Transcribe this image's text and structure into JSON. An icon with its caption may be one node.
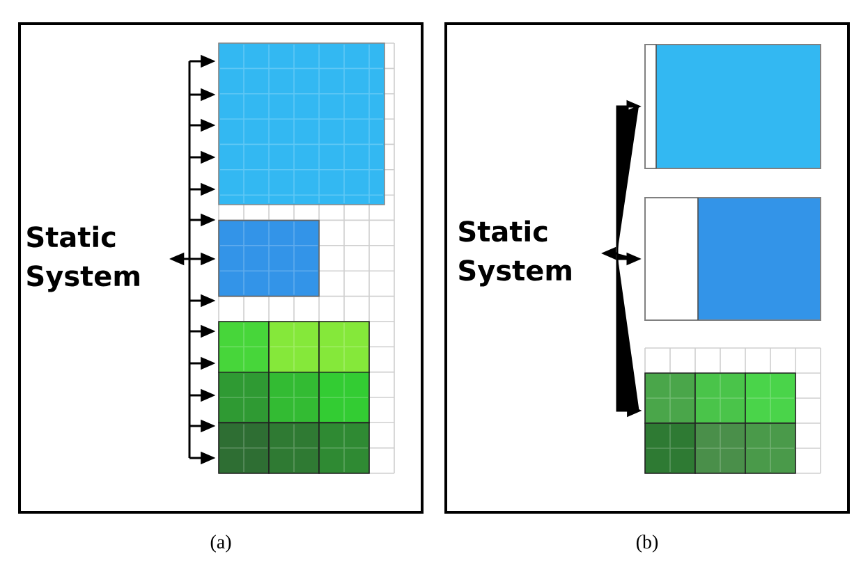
{
  "diagram": {
    "nodes": [
      {
        "text": [],
        "shape": "box",
        "beside": [
          "(a)"
        ]
      },
      {
        "text": [
          "Static System"
        ],
        "in": 0
      },
      {
        "text": [],
        "shape": "grid",
        "in": 0
      },
      {
        "text": [],
        "shape": "box",
        "beside": [
          "(b)"
        ]
      },
      {
        "text": [
          "Static System"
        ],
        "in": 3
      },
      {
        "text": [],
        "shape": "box",
        "in": 3
      },
      {
        "text": [],
        "shape": "box",
        "in": 3
      },
      {
        "text": [],
        "shape": "grid",
        "in": 3
      }
    ],
    "edges": [
      {
        "from": 1,
        "to": 2,
        "arrow": "both"
      },
      {
        "from": 4,
        "to": 5,
        "arrow": "both"
      },
      {
        "from": 4,
        "to": 6,
        "arrow": "both"
      },
      {
        "from": 4,
        "to": 7,
        "arrow": "both"
      }
    ]
  }
}
